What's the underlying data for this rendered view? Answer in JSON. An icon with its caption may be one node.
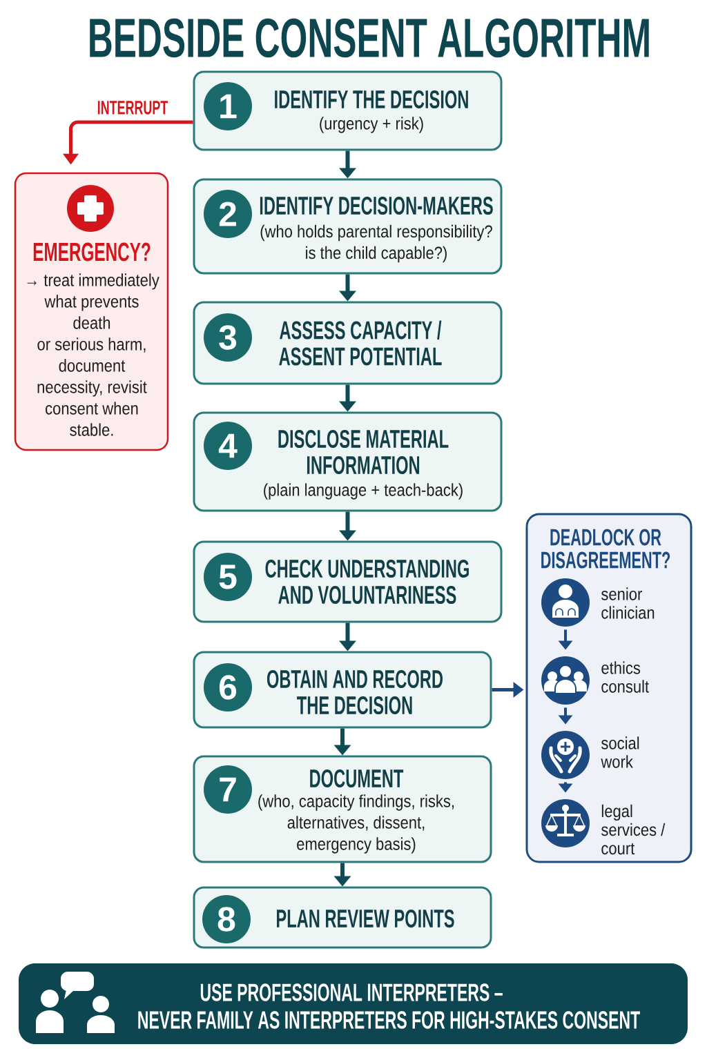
{
  "diagram": {
    "title": "BEDSIDE CONSENT ALGORITHM",
    "nodes": [
      {
        "text": [
          "IDENTIFY THE DECISION",
          "(urgency + risk)"
        ]
      },
      {
        "text": [
          "1"
        ],
        "in": 0
      },
      {
        "text": [
          "IDENTIFY DECISION-MAKERS",
          "(who holds parental responsibility? is the child capable?)"
        ]
      },
      {
        "text": [
          "2"
        ],
        "in": 2
      },
      {
        "text": [
          "ASSESS CAPACITY / ASSENT POTENTIAL"
        ]
      },
      {
        "text": [
          "3"
        ],
        "in": 4
      },
      {
        "text": [
          "DISCLOSE MATERIAL INFORMATION",
          "(plain language + teach-back)"
        ]
      },
      {
        "text": [
          "4"
        ],
        "in": 6
      },
      {
        "text": [
          "CHECK UNDERSTANDING AND VOLUNTARINESS"
        ]
      },
      {
        "text": [
          "5"
        ],
        "in": 8
      },
      {
        "text": [
          "OBTAIN AND RECORD THE DECISION"
        ]
      },
      {
        "text": [
          "6"
        ],
        "in": 10
      },
      {
        "text": [
          "DOCUMENT",
          "(who, capacity findings, risks, alternatives, dissent, emergency basis)"
        ]
      },
      {
        "text": [
          "7"
        ],
        "in": 12
      },
      {
        "text": [
          "PLAN REVIEW POINTS"
        ]
      },
      {
        "text": [
          "8"
        ],
        "in": 14
      },
      {
        "text": [
          "EMERGENCY?",
          "→ treat immediately what prevents death or serious harm, document necessity, revisit consent when stable."
        ]
      },
      {
        "text": [
          "DEADLOCK OR DISAGREEMENT?"
        ]
      },
      {
        "text": [],
        "shape": "circle",
        "beside": [
          "senior clinician"
        ],
        "in": 17
      },
      {
        "text": [],
        "shape": "circle",
        "beside": [
          "ethics consult"
        ],
        "in": 17
      },
      {
        "text": [],
        "shape": "circle",
        "beside": [
          "social work"
        ],
        "in": 17
      },
      {
        "text": [],
        "shape": "circle",
        "beside": [
          "legal services / court"
        ],
        "in": 17
      },
      {
        "text": [
          "USE PROFESSIONAL INTERPRETERS – NEVER FAMILY AS INTERPRETERS FOR HIGH-STAKES CONSENT"
        ]
      }
    ],
    "edges": [
      {
        "from": 0,
        "to": 2,
        "arrow": "to"
      },
      {
        "from": 2,
        "to": 4,
        "arrow": "to"
      },
      {
        "from": 4,
        "to": 6,
        "arrow": "to"
      },
      {
        "from": 6,
        "to": 8,
        "arrow": "to"
      },
      {
        "from": 8,
        "to": 10,
        "arrow": "to"
      },
      {
        "from": 10,
        "to": 12,
        "arrow": "to"
      },
      {
        "from": 12,
        "to": 14,
        "arrow": "to"
      },
      {
        "from": 0,
        "to": 16,
        "arrow": "to",
        "label": "INTERRUPT",
        "color": "#d3161c"
      },
      {
        "from": 10,
        "to": 17,
        "arrow": "to",
        "color": "#1d4a80"
      },
      {
        "from": 18,
        "to": 19,
        "arrow": "to",
        "color": "#1d4a80"
      },
      {
        "from": 19,
        "to": 20,
        "arrow": "to",
        "color": "#1d4a80"
      },
      {
        "from": 20,
        "to": 21,
        "arrow": "to",
        "color": "#1d4a80"
      }
    ]
  }
}
